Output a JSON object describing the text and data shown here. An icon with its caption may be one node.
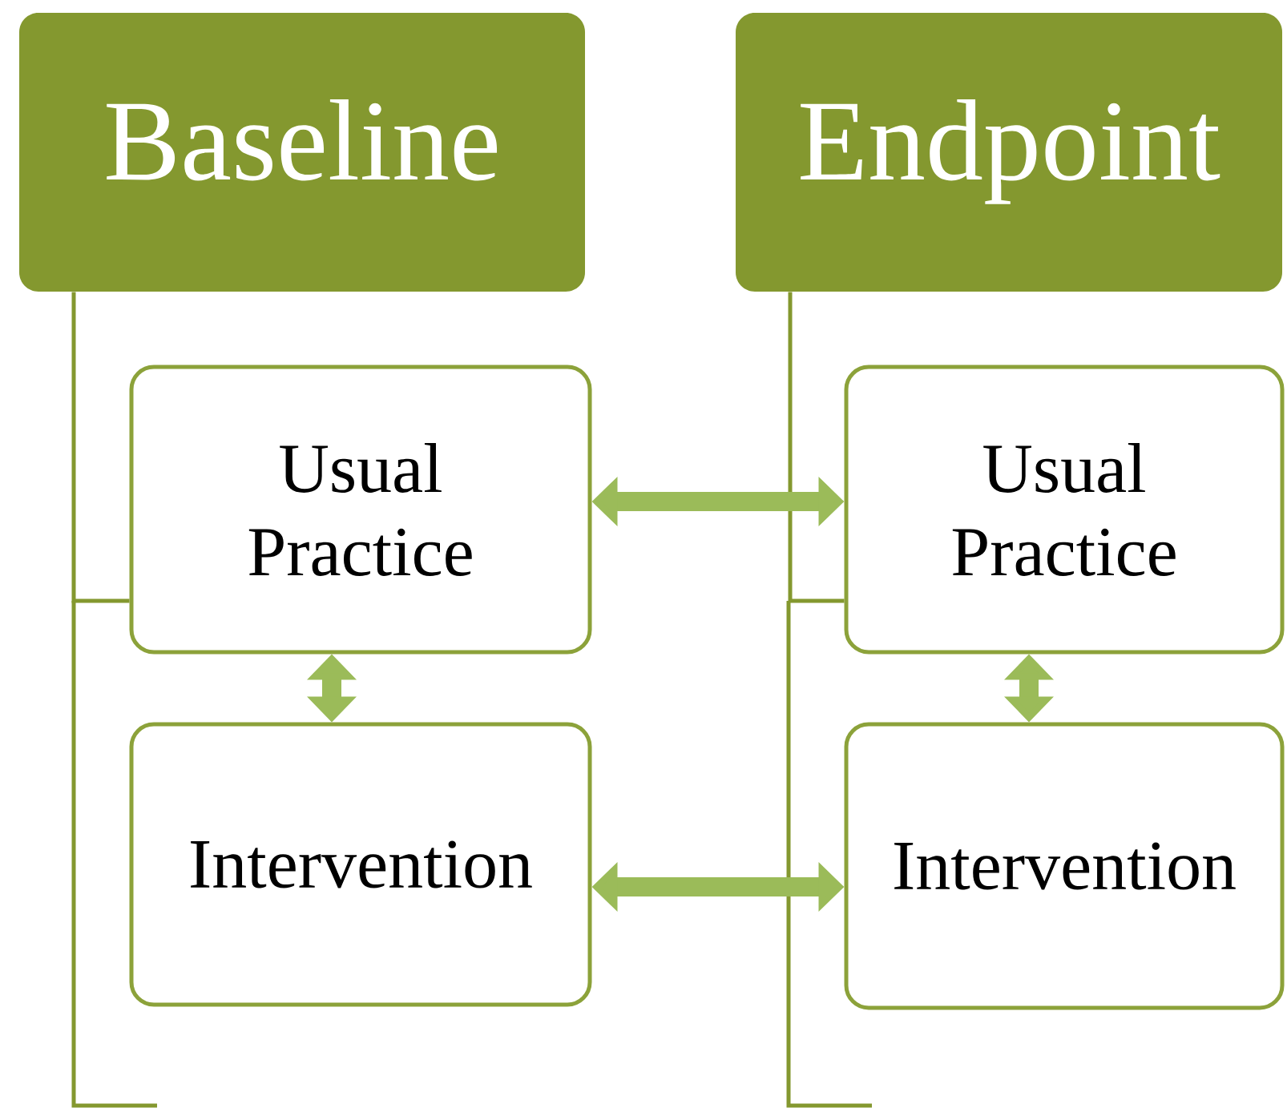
{
  "diagram": {
    "nodes": [
      {
        "text": [
          "Baseline"
        ]
      },
      {
        "text": [
          "Usual Practice"
        ]
      },
      {
        "text": [
          "Intervention"
        ]
      },
      {
        "text": [
          "Endpoint"
        ]
      },
      {
        "text": [
          "Usual Practice"
        ]
      },
      {
        "text": [
          "Intervention"
        ]
      }
    ],
    "edges": [
      {
        "from": 0,
        "to": 1,
        "arrow": "none"
      },
      {
        "from": 3,
        "to": 4,
        "arrow": "none"
      },
      {
        "from": 1,
        "to": 4,
        "arrow": "both"
      },
      {
        "from": 1,
        "to": 2,
        "arrow": "both"
      },
      {
        "from": 2,
        "to": 5,
        "arrow": "both"
      },
      {
        "from": 4,
        "to": 5,
        "arrow": "both"
      }
    ]
  }
}
